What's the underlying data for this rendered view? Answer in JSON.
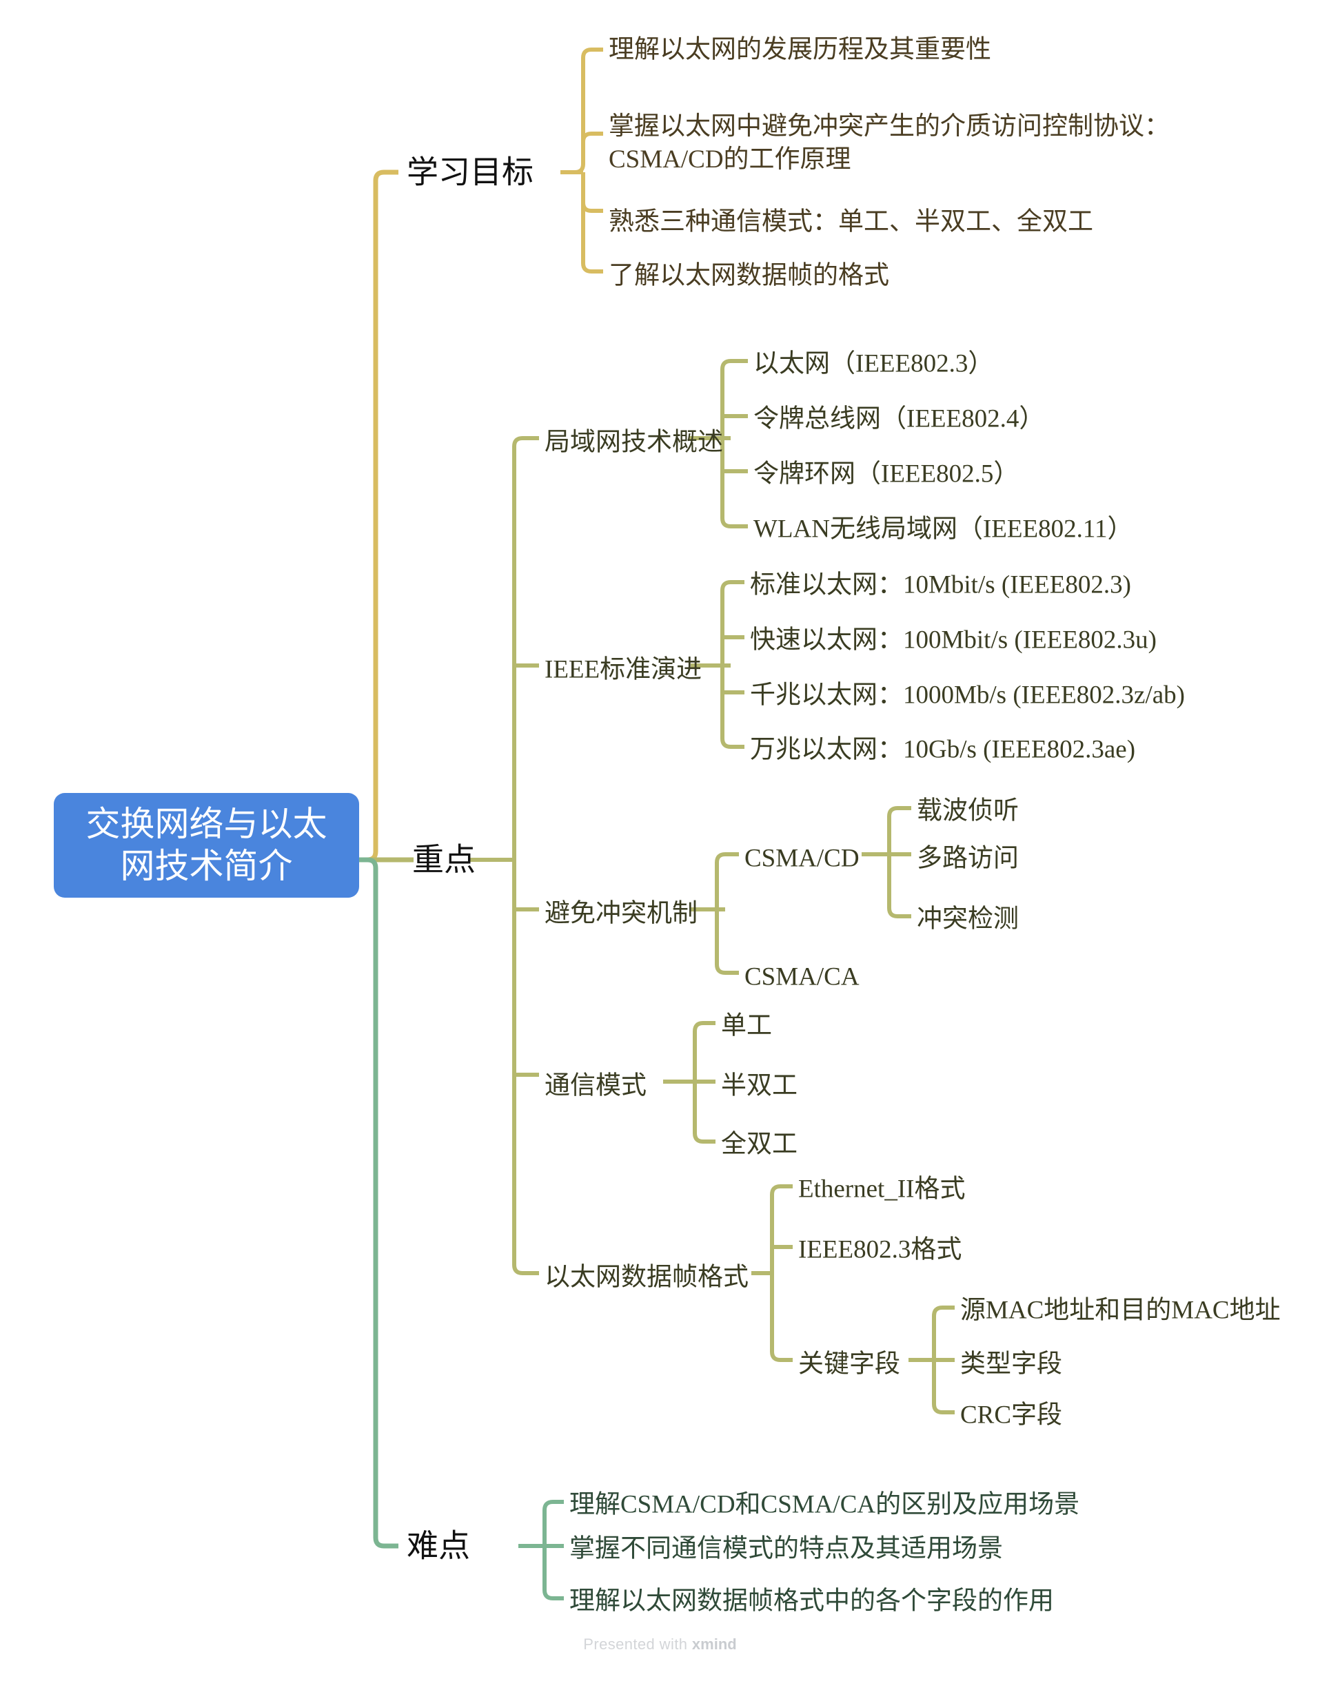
{
  "document": {
    "type": "mindmap",
    "watermark_prefix": "Presented with",
    "watermark_brand": "xmind"
  },
  "colors": {
    "root_fill": "#4a85dd",
    "root_text": "#ffffff",
    "branch_gold": "#d8bc61",
    "branch_olive": "#b5b86e",
    "branch_green": "#7cb592",
    "level1_text": "#111111",
    "gold_text": "#4a3d22",
    "olive_text": "#3a3c22",
    "green_text": "#2f4a38"
  },
  "root": {
    "label": "交换网络与以太网技术简介"
  },
  "branches": [
    {
      "id": "learning-objectives",
      "label": "学习目标",
      "color": "#d8bc61",
      "children": [
        {
          "label": "理解以太网的发展历程及其重要性"
        },
        {
          "label": "掌握以太网中避免冲突产生的介质访问控制协议：CSMA/CD的工作原理"
        },
        {
          "label": "熟悉三种通信模式：单工、半双工、全双工"
        },
        {
          "label": "了解以太网数据帧的格式"
        }
      ]
    },
    {
      "id": "key-points",
      "label": "重点",
      "color": "#b5b86e",
      "children": [
        {
          "label": "局域网技术概述",
          "children": [
            {
              "label": "以太网（IEEE802.3）"
            },
            {
              "label": "令牌总线网（IEEE802.4）"
            },
            {
              "label": "令牌环网（IEEE802.5）"
            },
            {
              "label": "WLAN无线局域网（IEEE802.11）"
            }
          ]
        },
        {
          "label": "IEEE标准演进",
          "children": [
            {
              "label": "标准以太网：10Mbit/s (IEEE802.3)"
            },
            {
              "label": "快速以太网：100Mbit/s (IEEE802.3u)"
            },
            {
              "label": "千兆以太网：1000Mb/s (IEEE802.3z/ab)"
            },
            {
              "label": "万兆以太网：10Gb/s (IEEE802.3ae)"
            }
          ]
        },
        {
          "label": "避免冲突机制",
          "children": [
            {
              "label": "CSMA/CD",
              "children": [
                {
                  "label": "载波侦听"
                },
                {
                  "label": "多路访问"
                },
                {
                  "label": "冲突检测"
                }
              ]
            },
            {
              "label": "CSMA/CA"
            }
          ]
        },
        {
          "label": "通信模式",
          "children": [
            {
              "label": "单工"
            },
            {
              "label": "半双工"
            },
            {
              "label": "全双工"
            }
          ]
        },
        {
          "label": "以太网数据帧格式",
          "children": [
            {
              "label": "Ethernet_II格式"
            },
            {
              "label": "IEEE802.3格式"
            },
            {
              "label": "关键字段",
              "children": [
                {
                  "label": "源MAC地址和目的MAC地址"
                },
                {
                  "label": "类型字段"
                },
                {
                  "label": "CRC字段"
                }
              ]
            }
          ]
        }
      ]
    },
    {
      "id": "difficulties",
      "label": "难点",
      "color": "#7cb592",
      "children": [
        {
          "label": "理解CSMA/CD和CSMA/CA的区别及应用场景"
        },
        {
          "label": "掌握不同通信模式的特点及其适用场景"
        },
        {
          "label": "理解以太网数据帧格式中的各个字段的作用"
        }
      ]
    }
  ]
}
